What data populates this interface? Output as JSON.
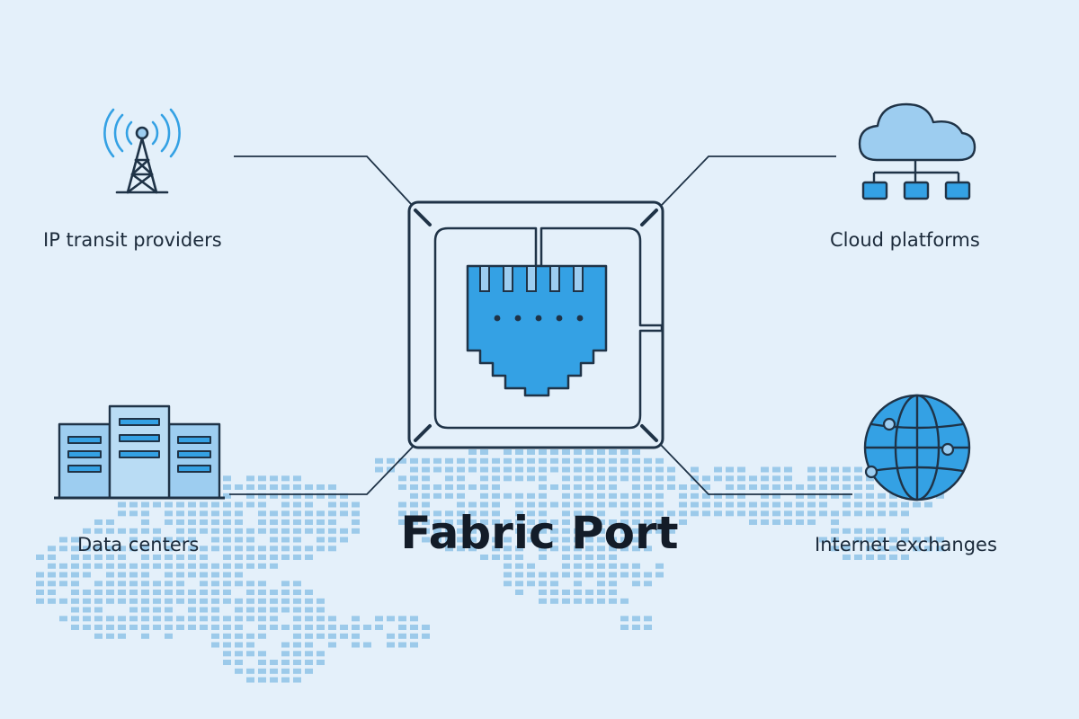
{
  "title": "Fabric Port",
  "nodes": {
    "top_left": {
      "label": "IP transit providers",
      "icon": "cell-tower-icon"
    },
    "top_right": {
      "label": "Cloud platforms",
      "icon": "cloud-network-icon"
    },
    "bottom_left": {
      "label": "Data centers",
      "icon": "data-center-icon"
    },
    "bottom_right": {
      "label": "Internet exchanges",
      "icon": "globe-icon"
    }
  },
  "center": {
    "icon": "ethernet-port-icon"
  },
  "background": {
    "icon": "dotted-world-map"
  },
  "colors": {
    "background": "#e4f0fa",
    "stroke": "#1f3347",
    "icon_fill": "#9dcdf0",
    "accent_blue": "#34a1e4",
    "map_dots": "#9ccaea"
  }
}
